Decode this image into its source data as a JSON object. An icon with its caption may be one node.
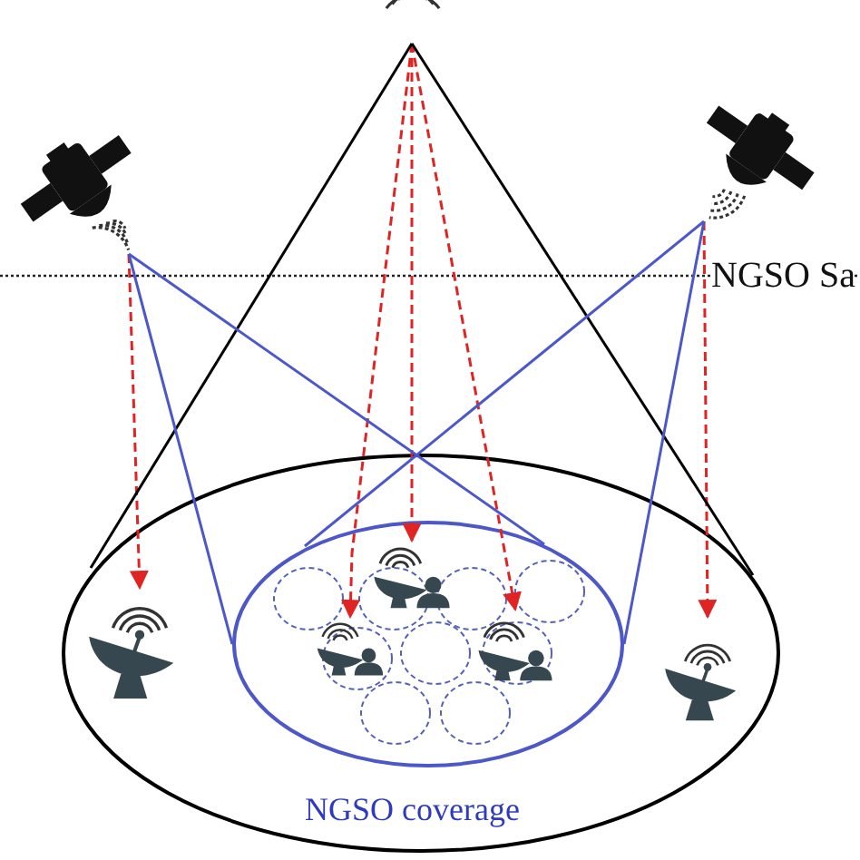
{
  "diagram": {
    "nodes": [
      {
        "text": [],
        "shape": "picture"
      },
      {
        "text": [],
        "shape": "picture"
      },
      {
        "text": [],
        "shape": "picture"
      },
      {
        "text": [],
        "shape": "ellipse"
      },
      {
        "text": [],
        "shape": "picture",
        "in": 3
      },
      {
        "text": [],
        "shape": "ellipse",
        "in": 3,
        "beside": [
          "NGSO coverage"
        ]
      },
      {
        "text": [],
        "shape": "circle",
        "in": 5
      },
      {
        "text": [],
        "shape": "circle",
        "in": 5
      },
      {
        "text": [],
        "shape": "circle",
        "in": 5
      },
      {
        "text": [],
        "shape": "circle",
        "in": 5
      },
      {
        "text": [],
        "shape": "circle",
        "in": 5
      },
      {
        "text": [],
        "shape": "circle",
        "in": 5
      },
      {
        "text": [],
        "shape": "circle",
        "in": 5
      },
      {
        "text": [],
        "shape": "circle",
        "in": 5
      },
      {
        "text": [],
        "shape": "circle",
        "in": 5
      },
      {
        "text": [],
        "shape": "picture",
        "in": 5
      },
      {
        "text": [],
        "shape": "picture",
        "in": 5
      },
      {
        "text": [],
        "shape": "picture",
        "in": 5
      },
      {
        "text": [],
        "shape": "picture",
        "in": 3
      }
    ],
    "edges": [
      {
        "from": 0,
        "to": 15,
        "arrow": "to",
        "style": "dashed"
      },
      {
        "from": 0,
        "to": 16,
        "arrow": "to",
        "style": "dashed"
      },
      {
        "from": 0,
        "to": 17,
        "arrow": "to",
        "style": "dashed"
      },
      {
        "from": 1,
        "to": 4,
        "arrow": "to",
        "style": "dashed"
      },
      {
        "from": 2,
        "to": 18,
        "arrow": "to",
        "style": "dashed"
      },
      {
        "from": 0,
        "to": 3,
        "arrow": "none",
        "color": "#000000"
      },
      {
        "from": 0,
        "to": 3,
        "arrow": "none",
        "color": "#000000"
      },
      {
        "from": 1,
        "to": 5,
        "arrow": "none",
        "color": "#4c57c9"
      },
      {
        "from": 1,
        "to": 5,
        "arrow": "none",
        "color": "#4c57c9"
      },
      {
        "from": 2,
        "to": 5,
        "arrow": "none",
        "color": "#4c57c9"
      },
      {
        "from": 2,
        "to": 5,
        "arrow": "none",
        "color": "#4c57c9"
      }
    ],
    "labels": [
      "NGSO Sa"
    ]
  }
}
